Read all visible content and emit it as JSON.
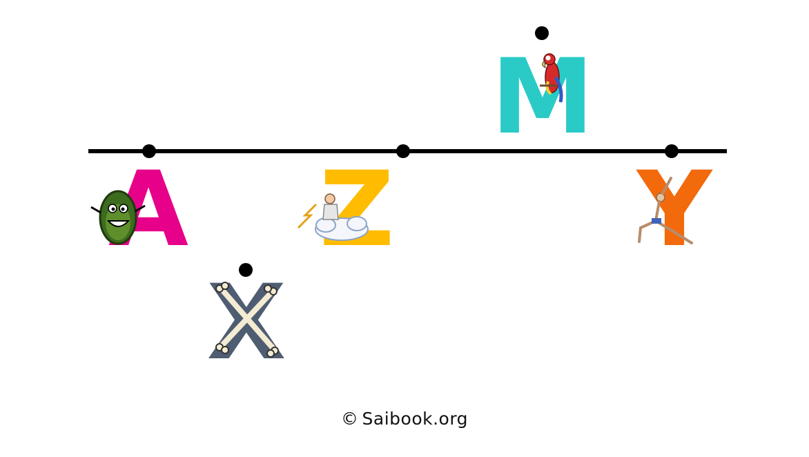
{
  "diagram": {
    "colors": {
      "line": "#000000",
      "point": "#000000",
      "letter_a": "#E6008A",
      "letter_x": "#4F5D73",
      "letter_z": "#FFBC00",
      "letter_m": "#2ACBC6",
      "letter_y": "#F26A0B"
    },
    "letters": [
      {
        "char": "A",
        "color_key": "letter_a",
        "picture": "avocado-character"
      },
      {
        "char": "X",
        "color_key": "letter_x",
        "picture": "crossed-bones"
      },
      {
        "char": "Z",
        "color_key": "letter_z",
        "picture": "zeus-on-cloud"
      },
      {
        "char": "M",
        "color_key": "letter_m",
        "picture": "macaw-parrot"
      },
      {
        "char": "Y",
        "color_key": "letter_y",
        "picture": "yoga-pose-figure"
      }
    ]
  },
  "footer": {
    "copyright_symbol": "©",
    "site": "Saibook.org"
  }
}
